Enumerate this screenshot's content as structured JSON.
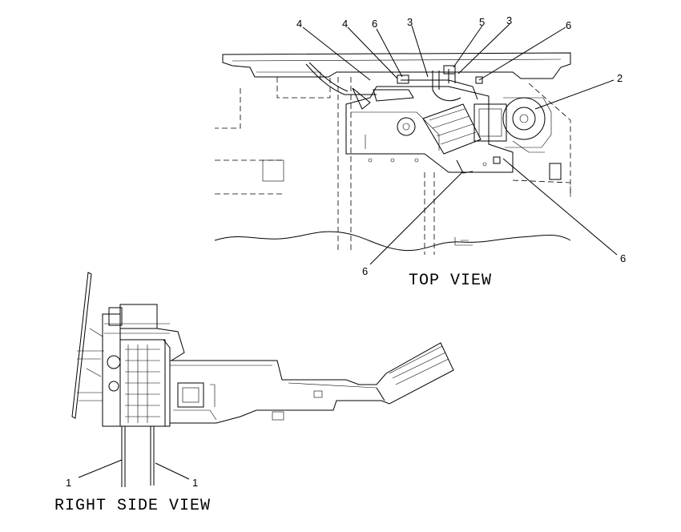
{
  "views": {
    "top": {
      "title": "TOP VIEW"
    },
    "right_side": {
      "title": "RIGHT SIDE VIEW"
    }
  },
  "callouts": {
    "top": [
      "4",
      "4",
      "6",
      "3",
      "5",
      "3",
      "6",
      "2",
      "6",
      "6"
    ],
    "side": [
      "1",
      "1"
    ]
  }
}
